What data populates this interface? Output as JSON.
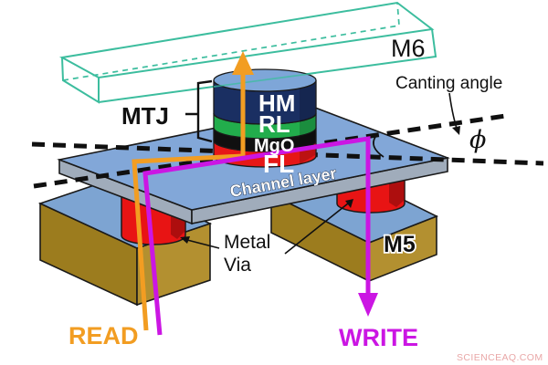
{
  "diagram": {
    "title_hint": "SOT-MRAM device schematic",
    "labels": {
      "m6": "M6",
      "mtj": "MTJ",
      "hm": "HM",
      "rl": "RL",
      "mgo": "MgO",
      "fl": "FL",
      "channel_layer": "Channel layer",
      "canting_angle": "Canting angle",
      "phi": "ϕ",
      "metal_via_line1": "Metal",
      "metal_via_line2": "Via",
      "m5": "M5",
      "read": "READ",
      "write": "WRITE"
    },
    "watermark": "SCIENCEAQ.COM",
    "colors": {
      "m6_wireframe": "#3cbd9e",
      "channel_top": "#82a7d8",
      "channel_front": "#a0acbb",
      "mtj_cap_blue": "#7ea6d8",
      "hm": "#1a2f62",
      "rl": "#22ad4c",
      "mgo": "#101010",
      "fl": "#e61717",
      "via_red": "#e81414",
      "m5_gold_light": "#b39030",
      "m5_gold_dark": "#9c7c1e",
      "box_top_blue": "#7da4d2",
      "read_orange": "#f29d22",
      "write_magenta": "#cb16e3",
      "dashed_axis": "#101010"
    }
  }
}
